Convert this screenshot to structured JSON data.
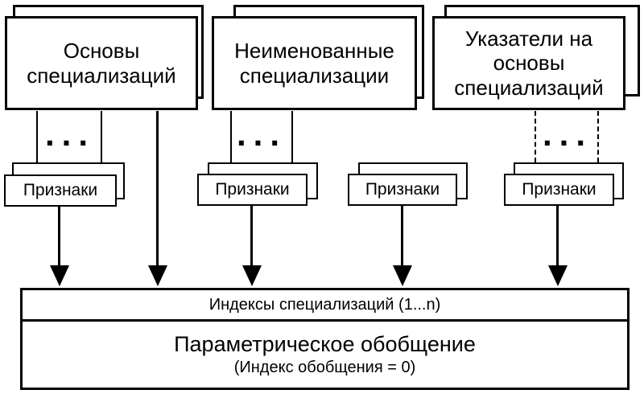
{
  "diagram": {
    "top_boxes": [
      {
        "label": "Основы\nспециализаций",
        "ellipsis": "..."
      },
      {
        "label": "Неименованные\nспециализации",
        "ellipsis": "..."
      },
      {
        "label": "Указатели на\nосновы\nспециализаций",
        "ellipsis": "..."
      }
    ],
    "feature_boxes": [
      {
        "label": "Признаки"
      },
      {
        "label": "Признаки"
      },
      {
        "label": "Признаки"
      },
      {
        "label": "Признаки"
      }
    ],
    "bottom_box": {
      "indices_label": "Индексы специализаций (1...n)",
      "title": "Параметрическое обобщение",
      "subtitle": "(Индекс обобщения = 0)"
    },
    "colors": {
      "stroke": "#000000",
      "fill": "#ffffff"
    }
  }
}
